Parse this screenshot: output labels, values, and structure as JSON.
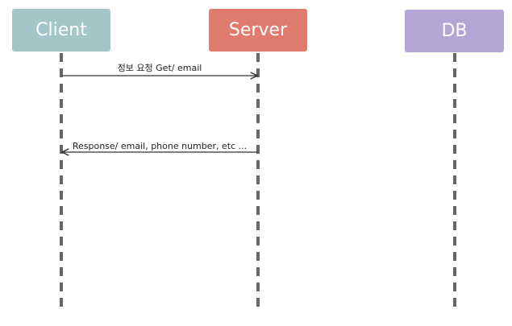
{
  "actors": [
    {
      "label": "Client",
      "color": "#a3c6c9"
    },
    {
      "label": "Server",
      "color": "#e07b6d"
    },
    {
      "label": "DB",
      "color": "#b3a6d6"
    }
  ],
  "lifeline_color": "#666666",
  "messages": [
    {
      "from": "Client",
      "to": "Server",
      "label": "정보 요청 Get/ email"
    },
    {
      "from": "Server",
      "to": "Client",
      "label": "Response/ email, phone number, etc ..."
    }
  ]
}
